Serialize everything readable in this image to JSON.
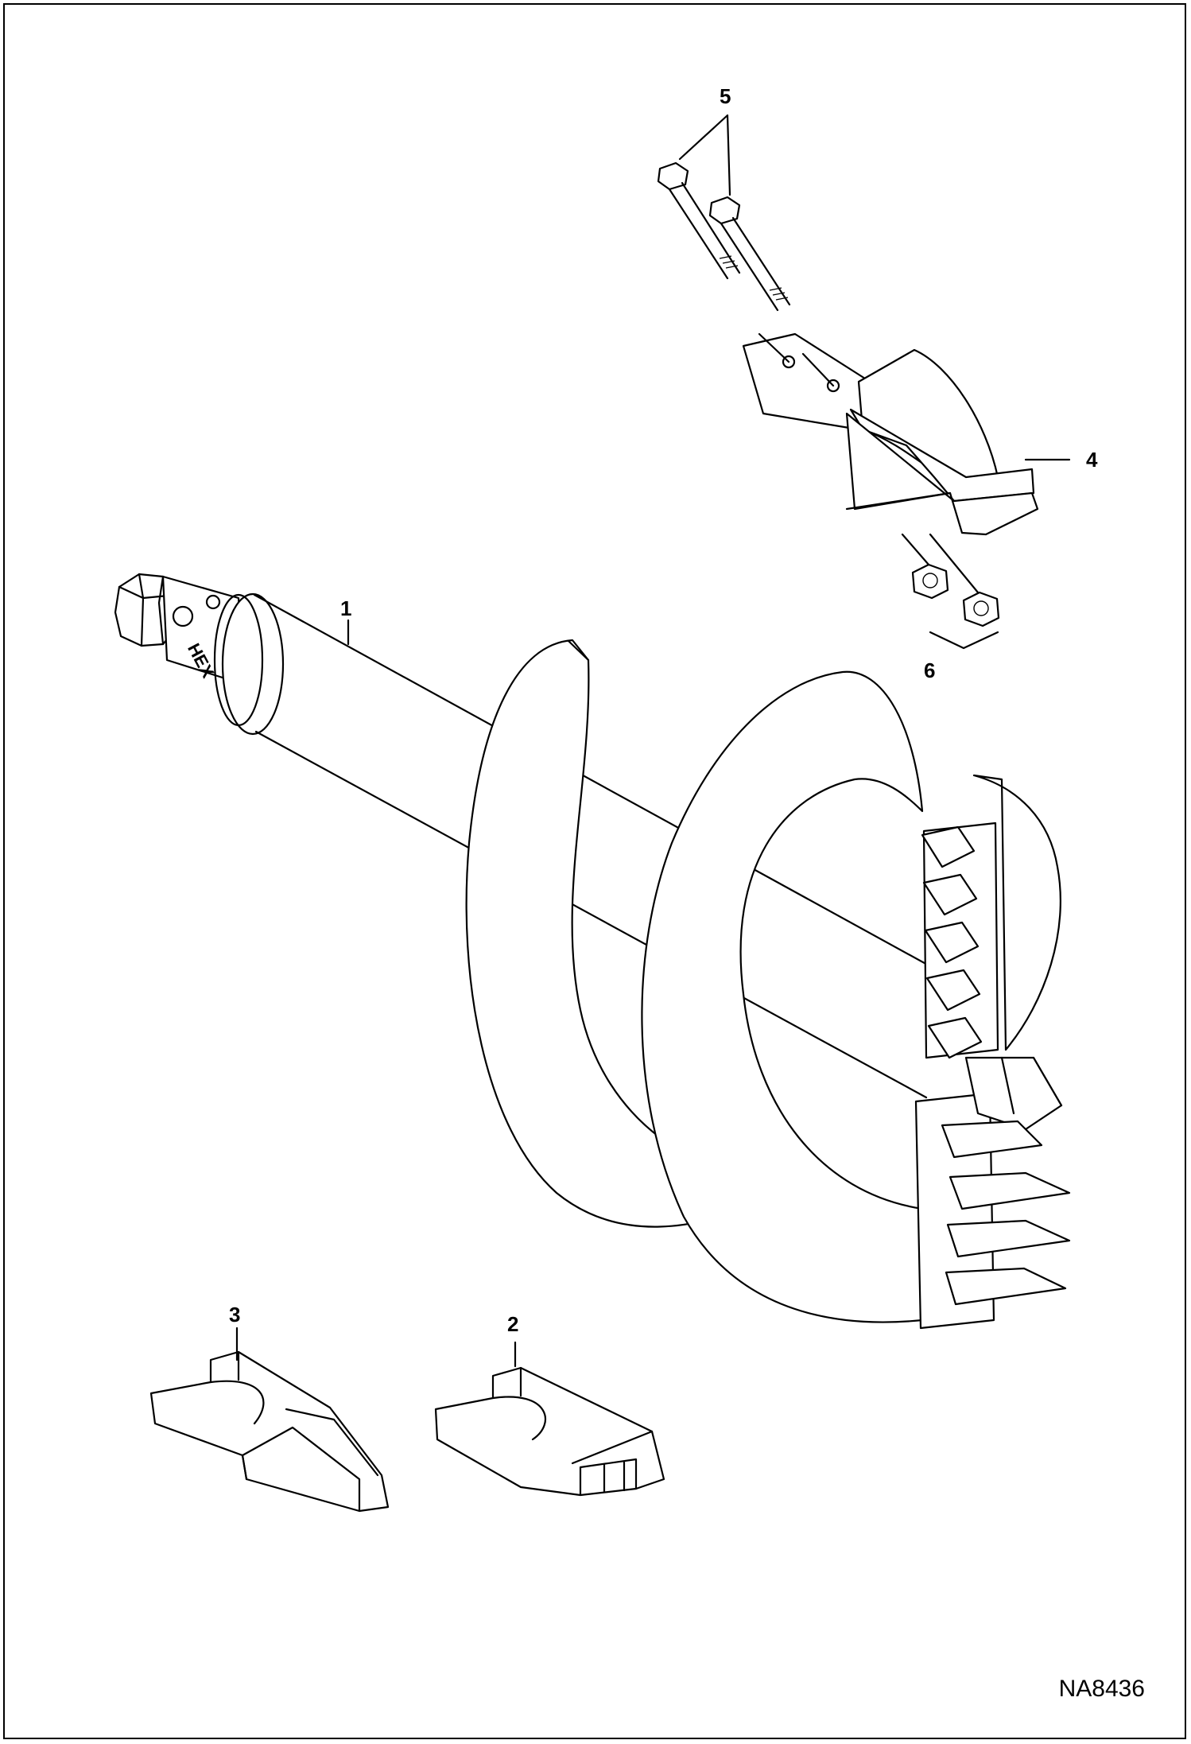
{
  "callouts": [
    {
      "id": "1",
      "label": "1"
    },
    {
      "id": "2",
      "label": "2"
    },
    {
      "id": "3",
      "label": "3"
    },
    {
      "id": "4",
      "label": "4"
    },
    {
      "id": "5",
      "label": "5"
    },
    {
      "id": "6",
      "label": "6"
    }
  ],
  "shaft_marking": "HEX",
  "drawing_number": "NA8436"
}
